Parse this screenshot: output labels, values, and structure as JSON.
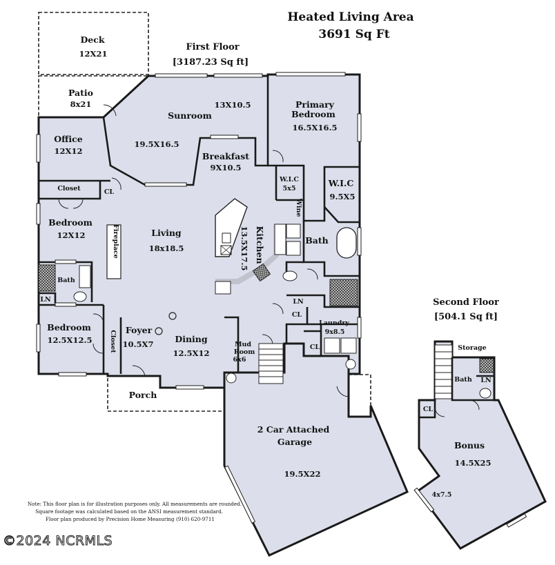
{
  "header": {
    "title_line1": "Heated Living Area",
    "title_line2": "3691 Sq Ft"
  },
  "first_floor": {
    "label": "First Floor",
    "area": "[3187.23 Sq ft]"
  },
  "second_floor": {
    "label": "Second Floor",
    "area": "[504.1 Sq ft]"
  },
  "rooms": {
    "deck": {
      "name": "Deck",
      "dim": "12X21"
    },
    "patio": {
      "name": "Patio",
      "dim": "8x21"
    },
    "office": {
      "name": "Office",
      "dim": "12X12"
    },
    "sunroom": {
      "name": "Sunroom",
      "dim": "19.5X16.5",
      "dim2": "13X10.5"
    },
    "breakfast": {
      "name": "Breakfast",
      "dim": "9X10.5"
    },
    "primary_bedroom": {
      "name_line1": "Primary",
      "name_line2": "Bedroom",
      "dim": "16.5X16.5"
    },
    "closet_top": {
      "name": "Closet"
    },
    "cl_office": {
      "name": "CL"
    },
    "bedroom1": {
      "name": "Bedroom",
      "dim": "12X12"
    },
    "fireplace": {
      "name": "Fireplace"
    },
    "living": {
      "name": "Living",
      "dim": "18x18.5"
    },
    "kitchen": {
      "name": "Kitchen",
      "dim": "13.5X17.5"
    },
    "wic1": {
      "name": "W.I.C",
      "dim": "5x5"
    },
    "wic2": {
      "name": "W.I.C",
      "dim": "9.5X5"
    },
    "wine": {
      "name": "Wine"
    },
    "primary_bath": {
      "name": "Bath"
    },
    "bath1": {
      "name": "Bath"
    },
    "ln1": {
      "name": "LN"
    },
    "ln2": {
      "name": "LN"
    },
    "cl_hall": {
      "name": "CL"
    },
    "cl_laundry": {
      "name": "CL"
    },
    "laundry": {
      "name": "Laundry",
      "dim": "9x8.5"
    },
    "bedroom2": {
      "name": "Bedroom",
      "dim": "12.5X12.5"
    },
    "closet_side": {
      "name": "Closet"
    },
    "foyer": {
      "name": "Foyer",
      "dim": "10.5X7"
    },
    "dining": {
      "name": "Dining",
      "dim": "12.5X12"
    },
    "mud_room": {
      "name_line1": "Mud",
      "name_line2": "Room",
      "dim": "6x6"
    },
    "porch": {
      "name": "Porch"
    },
    "garage": {
      "name_line1": "2 Car Attached",
      "name_line2": "Garage",
      "dim": "19.5X22"
    },
    "storage": {
      "name": "Storage"
    },
    "bath2": {
      "name": "Bath"
    },
    "ln3": {
      "name": "LN"
    },
    "cl_bonus": {
      "name": "CL"
    },
    "bonus": {
      "name": "Bonus",
      "dim": "14.5X25"
    },
    "nook": {
      "dim": "4x7.5"
    }
  },
  "notes": {
    "line1": "Note: This floor plan is for illustration purposes only. All measurements are rounded.",
    "line2": "Square footage was calculated based on the ANSI measurement standard.",
    "line3": "Floor plan produced by Precision Home Measuring (910) 620-9711"
  },
  "watermark": "©2024 NCRMLS",
  "colors": {
    "room_fill": "#dcdfeb",
    "deck_fill": "#f3e6cf",
    "wall": "#1a1a1a"
  }
}
